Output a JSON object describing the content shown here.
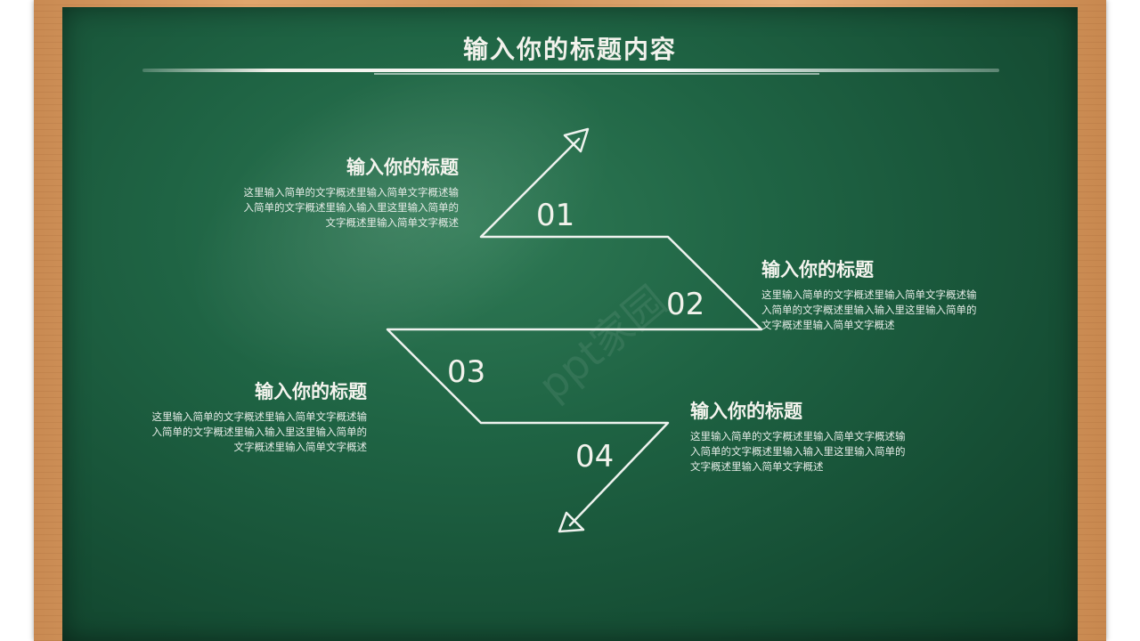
{
  "slide": {
    "title": "输入你的标题内容"
  },
  "steps": [
    {
      "number": "01",
      "heading": "输入你的标题",
      "body_lines": [
        "这里输入简单的文字概述里输入简单文字概述输",
        "入简单的文字概述里输入输入里这里输入简单的",
        "文字概述里输入简单文字概述"
      ]
    },
    {
      "number": "02",
      "heading": "输入你的标题",
      "body_lines": [
        "这里输入简单的文字概述里输入简单文字概述输",
        "入简单的文字概述里输入输入里这里输入简单的",
        "文字概述里输入简单文字概述"
      ]
    },
    {
      "number": "03",
      "heading": "输入你的标题",
      "body_lines": [
        "这里输入简单的文字概述里输入简单文字概述输",
        "入简单的文字概述里输入输入里这里输入简单的",
        "文字概述里输入简单文字概述"
      ]
    },
    {
      "number": "04",
      "heading": "输入你的标题",
      "body_lines": [
        "这里输入简单的文字概述里输入简单文字概述输",
        "入简单的文字概述里输入输入里这里输入简单的",
        "文字概述里输入简单文字概述"
      ]
    }
  ],
  "watermark": "ppt家园",
  "colors": {
    "board": "#1f6444",
    "chalk": "#f2f2ec",
    "frame": "#d1955c"
  }
}
